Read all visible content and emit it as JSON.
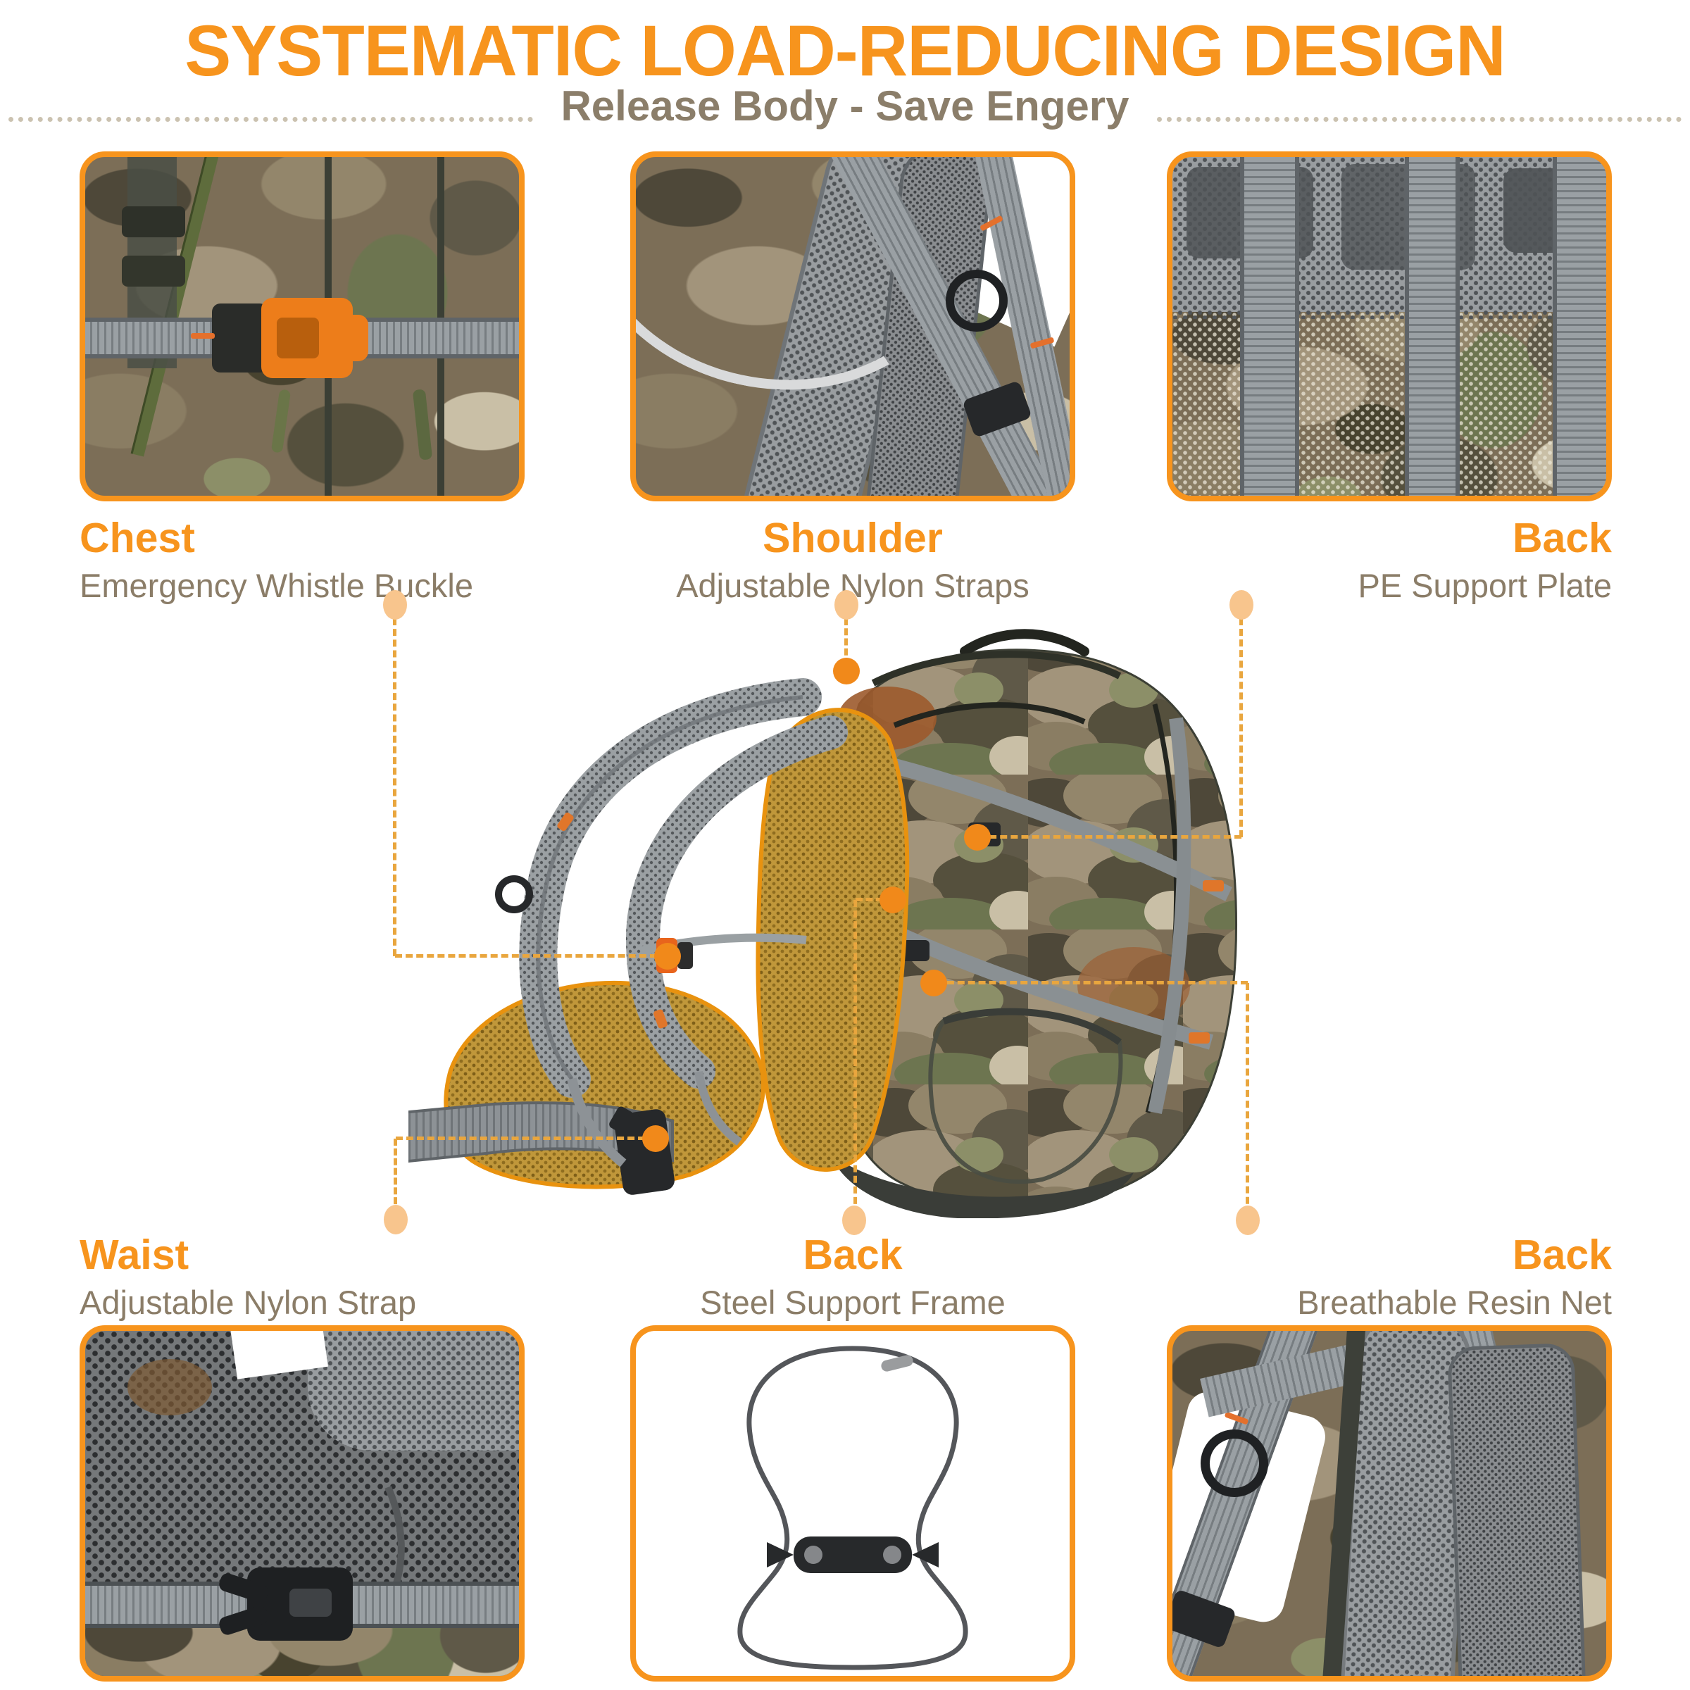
{
  "page": {
    "title": "SYSTEMATIC LOAD-REDUCING DESIGN",
    "subtitle": "Release Body - Save Engery"
  },
  "colors": {
    "accent_orange": "#F7941D",
    "solid_dot_orange": "#F1891A",
    "light_dot_orange": "#F8C58D",
    "dash_line_orange": "#E9A63E",
    "muted_text_brown": "#8B7D68",
    "dotted_divider_gray": "#CBC2B0"
  },
  "features": [
    {
      "id": "chest",
      "heading": "Chest",
      "description": "Emergency Whistle Buckle"
    },
    {
      "id": "shoulder",
      "heading": "Shoulder",
      "description": "Adjustable Nylon Straps"
    },
    {
      "id": "back_pe",
      "heading": "Back",
      "description": "PE Support Plate"
    },
    {
      "id": "waist",
      "heading": "Waist",
      "description": "Adjustable Nylon Strap"
    },
    {
      "id": "back_frame",
      "heading": "Back",
      "description": "Steel Support Frame"
    },
    {
      "id": "back_net",
      "heading": "Back",
      "description": "Breathable Resin Net"
    }
  ],
  "images": [
    {
      "id": "chest-photo",
      "subject": "camo-backpack-whistle-buckle-closeup"
    },
    {
      "id": "shoulder-photo",
      "subject": "camo-backpack-shoulder-straps-closeup"
    },
    {
      "id": "back-pe-photo",
      "subject": "gray-mesh-back-panel-closeup"
    },
    {
      "id": "main-photo",
      "subject": "camo-hunting-backpack-side-view"
    },
    {
      "id": "waist-photo",
      "subject": "dark-mesh-waist-strap-buckle-closeup"
    },
    {
      "id": "frame-photo",
      "subject": "steel-support-frame-wire"
    },
    {
      "id": "back-net-photo",
      "subject": "breathable-resin-net-straps-closeup"
    }
  ]
}
